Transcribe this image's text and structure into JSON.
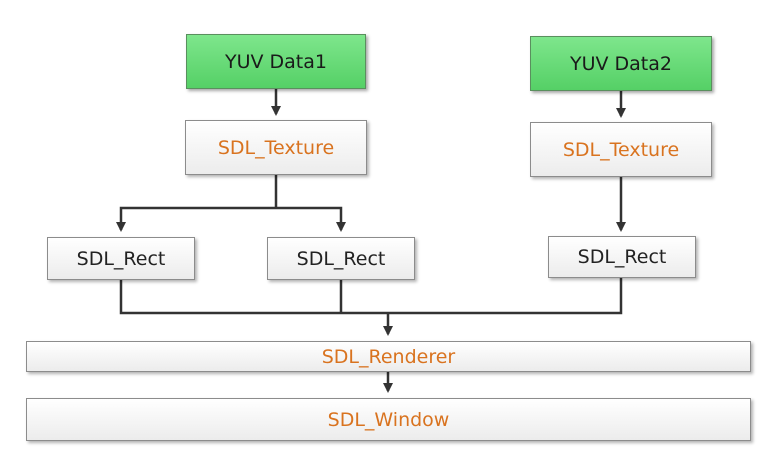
{
  "nodes": {
    "yuv_data1": "YUV Data1",
    "yuv_data2": "YUV Data2",
    "texture1": "SDL_Texture",
    "texture2": "SDL_Texture",
    "rect1": "SDL_Rect",
    "rect2": "SDL_Rect",
    "rect3": "SDL_Rect",
    "renderer": "SDL_Renderer",
    "window": "SDL_Window"
  },
  "colors": {
    "source_fill": "#5fd96f",
    "component_text": "#d9731f",
    "rect_text": "#222222",
    "line": "#333333"
  }
}
